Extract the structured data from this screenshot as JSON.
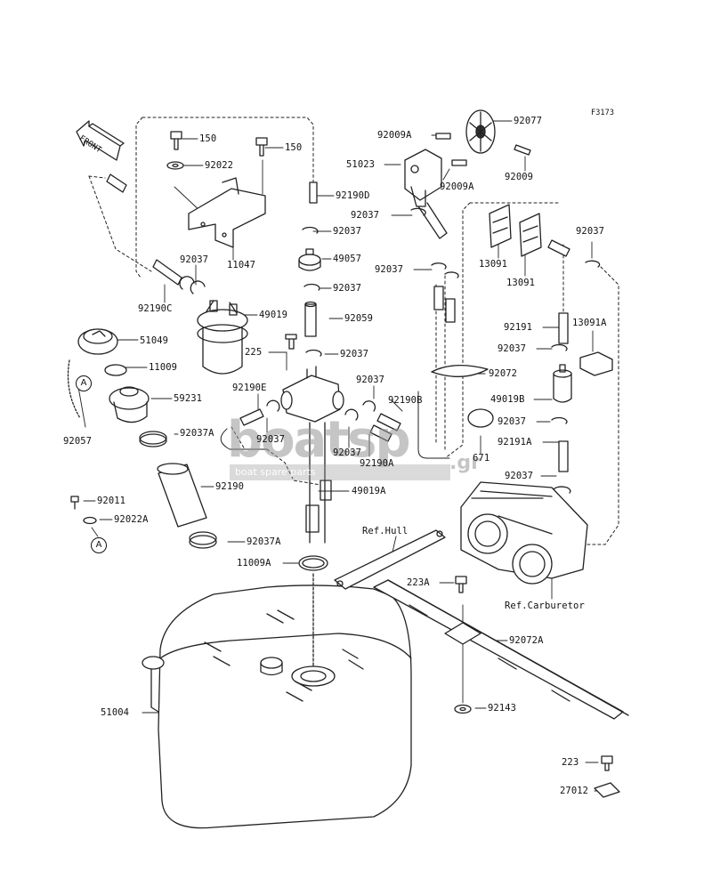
{
  "diagram_code": "F3173",
  "front_label": "FRONT",
  "callouts": {
    "a_top": "A",
    "a_bottom": "A"
  },
  "watermark": {
    "brand": "boatsp",
    "suffix": ".gr",
    "tagline": "boat spare parts"
  },
  "parts": {
    "p150a": "150",
    "p150b": "150",
    "p92022": "92022",
    "p92190d": "92190D",
    "p11047": "11047",
    "p92037_a": "92037",
    "p92190c": "92190C",
    "p49019": "49019",
    "p51049": "51049",
    "p11009": "11009",
    "p59231": "59231",
    "p92057": "92057",
    "p92037a_a": "92037A",
    "p92011": "92011",
    "p92022a": "92022A",
    "p92190": "92190",
    "p92037a_b": "92037A",
    "p11009a": "11009A",
    "p51004": "51004",
    "p92037_b": "92037",
    "p49057": "49057",
    "p92037_c": "92037",
    "p92059": "92059",
    "p92037_d": "92037",
    "p225": "225",
    "p92190e": "92190E",
    "p92037_e": "92037",
    "p92037_f": "92037",
    "p92190b": "92190B",
    "p92037_g": "92037",
    "p92190a": "92190A",
    "p49019a": "49019A",
    "p92009a_a": "92009A",
    "p92077": "92077",
    "p51023": "51023",
    "p92009a_b": "92009A",
    "p92009": "92009",
    "p92037_h": "92037",
    "p13091_a": "13091",
    "p92037_i": "92037",
    "p13091_b": "13091",
    "p92037_j": "92037",
    "p92191": "92191",
    "p13091a": "13091A",
    "p92037_k": "92037",
    "p92072": "92072",
    "p49019b": "49019B",
    "p92037_l": "92037",
    "p92191a": "92191A",
    "p671": "671",
    "p92037_m": "92037",
    "ref_hull": "Ref.Hull",
    "p223a": "223A",
    "ref_carb": "Ref.Carburetor",
    "p92072a": "92072A",
    "p92143": "92143",
    "p223": "223",
    "p27012": "27012"
  }
}
